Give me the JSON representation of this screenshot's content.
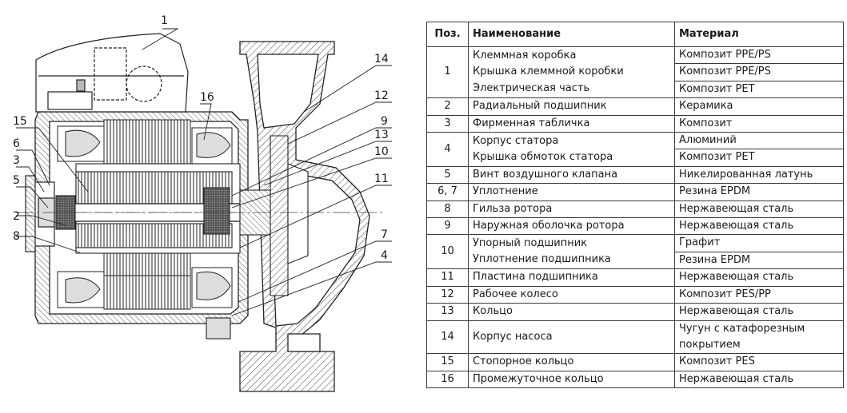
{
  "table": {
    "headers": {
      "pos": "Поз.",
      "name": "Наименование",
      "material": "Материал"
    },
    "rows": [
      {
        "pos": "1",
        "names": [
          "Клеммная коробка",
          "Крышка клеммной коробки",
          "Электрическая часть"
        ],
        "materials": [
          "Композит PPE/PS",
          "Композит PPE/PS",
          "Композит PET"
        ]
      },
      {
        "pos": "2",
        "names": [
          "Радиальный подшипник"
        ],
        "materials": [
          "Керамика"
        ]
      },
      {
        "pos": "3",
        "names": [
          "Фирменная табличка"
        ],
        "materials": [
          "Композит"
        ]
      },
      {
        "pos": "4",
        "names": [
          "Корпус статора",
          "Крышка обмоток статора"
        ],
        "materials": [
          "Алюминий",
          "Композит PET"
        ]
      },
      {
        "pos": "5",
        "names": [
          "Винт воздушного клапана"
        ],
        "materials": [
          "Никелированная латунь"
        ]
      },
      {
        "pos": "6, 7",
        "names": [
          "Уплотнение"
        ],
        "materials": [
          "Резина EPDM"
        ]
      },
      {
        "pos": "8",
        "names": [
          "Гильза ротора"
        ],
        "materials": [
          "Нержавеющая сталь"
        ]
      },
      {
        "pos": "9",
        "names": [
          "Наружная оболочка ротора"
        ],
        "materials": [
          "Нержавеющая сталь"
        ]
      },
      {
        "pos": "10",
        "names": [
          "Упорный подшипник",
          "Уплотнение подшипника"
        ],
        "materials": [
          "Графит",
          "Резина EPDM"
        ]
      },
      {
        "pos": "11",
        "names": [
          "Пластина подшипника"
        ],
        "materials": [
          "Нержавеющая сталь"
        ]
      },
      {
        "pos": "12",
        "names": [
          "Рабочее колесо"
        ],
        "materials": [
          "Композит PES/PP"
        ]
      },
      {
        "pos": "13",
        "names": [
          "Кольцо"
        ],
        "materials": [
          "Нержавеющая сталь"
        ]
      },
      {
        "pos": "14",
        "names": [
          "Корпус насоса"
        ],
        "materials": [
          "Чугун с катафорезным покрытием"
        ]
      },
      {
        "pos": "15",
        "names": [
          "Стопорное кольцо"
        ],
        "materials": [
          "Композит PES"
        ]
      },
      {
        "pos": "16",
        "names": [
          "Промежуточное кольцо"
        ],
        "materials": [
          "Нержавеющая сталь"
        ]
      }
    ]
  },
  "callouts": [
    "1",
    "2",
    "3",
    "4",
    "5",
    "6",
    "7",
    "8",
    "9",
    "10",
    "11",
    "12",
    "13",
    "14",
    "15",
    "16"
  ]
}
